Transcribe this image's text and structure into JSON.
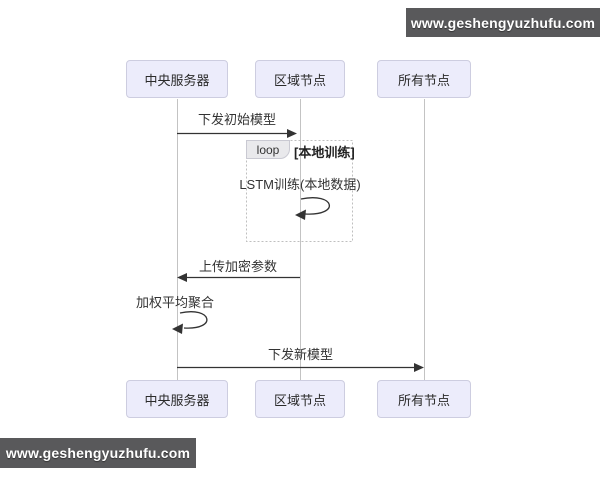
{
  "watermark": {
    "text": "www.geshengyuzhufu.com"
  },
  "diagram": {
    "type": "sequence-diagram",
    "actors": [
      {
        "id": "central-server",
        "label": "中央服务器"
      },
      {
        "id": "regional-node",
        "label": "区域节点"
      },
      {
        "id": "all-nodes",
        "label": "所有节点"
      }
    ],
    "messages": [
      {
        "from": "中央服务器",
        "to": "区域节点",
        "label": "下发初始模型"
      },
      {
        "from": "区域节点",
        "to": "区域节点",
        "label": "LSTM训练(本地数据)"
      },
      {
        "from": "区域节点",
        "to": "中央服务器",
        "label": "上传加密参数"
      },
      {
        "from": "中央服务器",
        "to": "中央服务器",
        "label": "加权平均聚合"
      },
      {
        "from": "中央服务器",
        "to": "所有节点",
        "label": "下发新模型"
      }
    ],
    "loop": {
      "keyword": "loop",
      "condition": "[本地训练]"
    },
    "colors": {
      "actor_fill": "#ECECFB",
      "actor_border": "#CDCDE0",
      "lifeline": "#C3C3C3",
      "arrow": "#333333",
      "loop_border": "#BFBFBF",
      "watermark_bg": "#59595B",
      "watermark_text": "#FFFFFF"
    }
  }
}
